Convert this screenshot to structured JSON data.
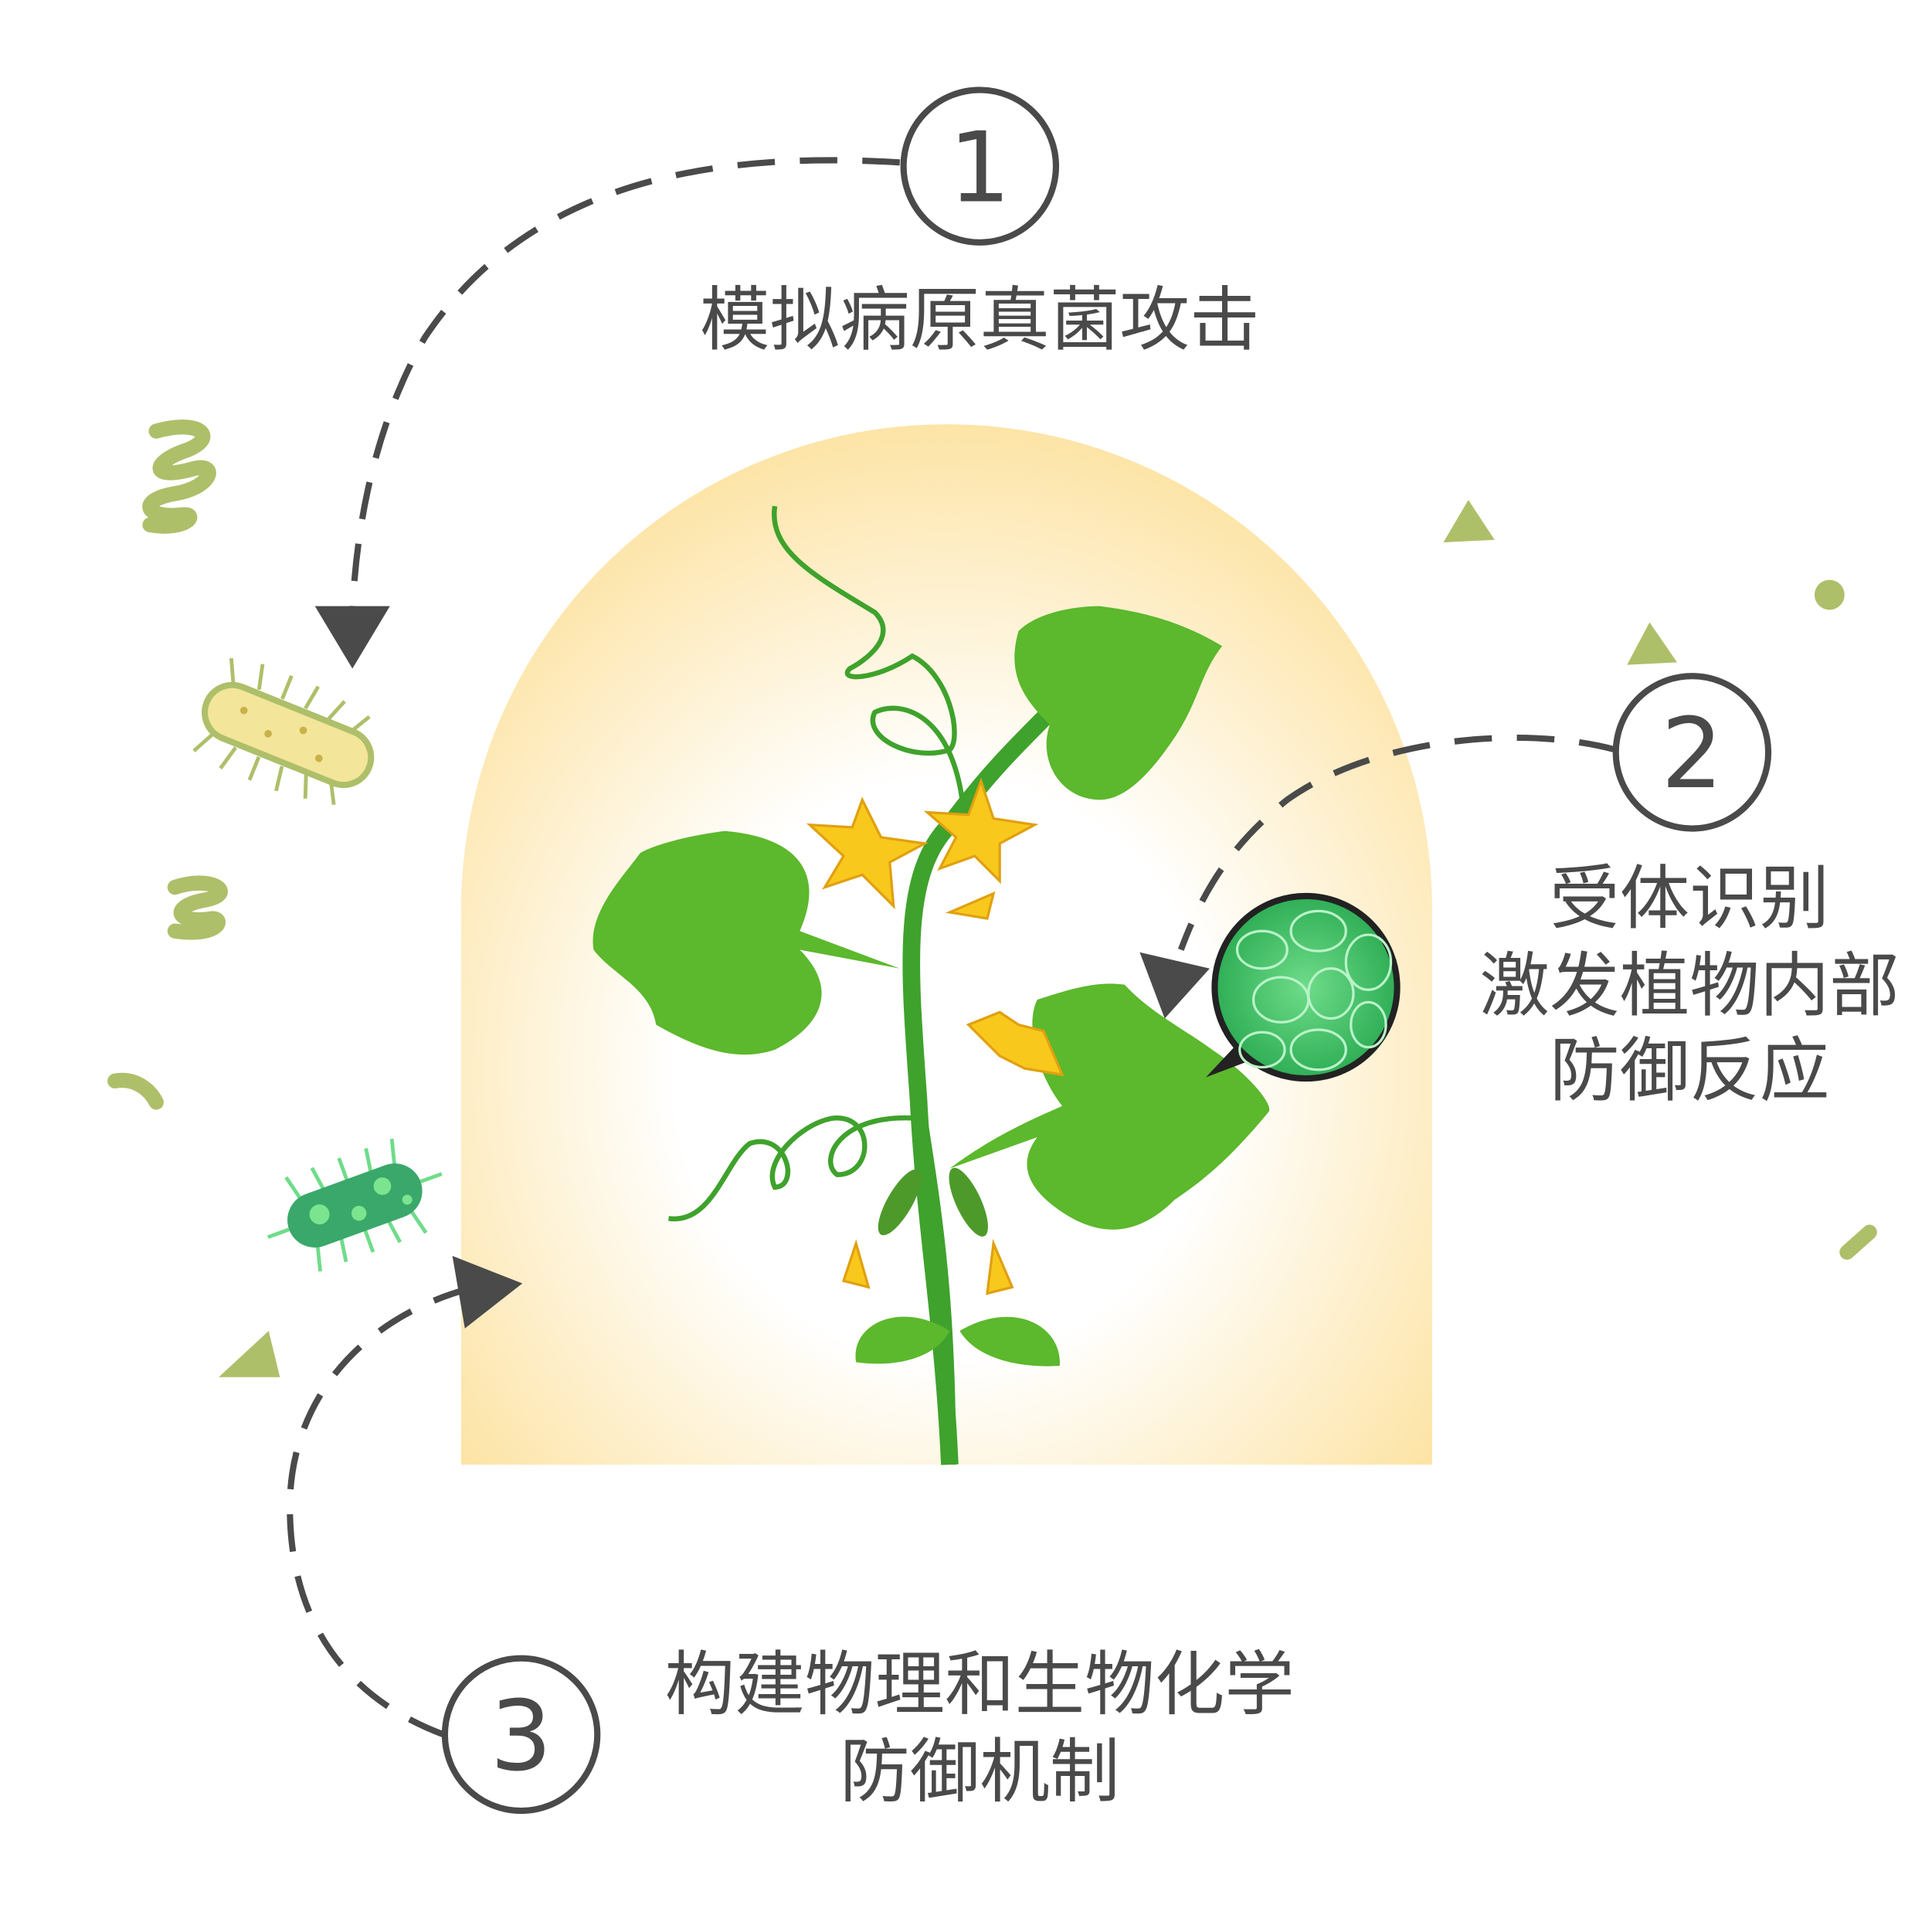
{
  "steps": [
    {
      "number": "1",
      "label_lines": [
        "模拟病原真菌攻击"
      ]
    },
    {
      "number": "2",
      "label_lines": [
        "受体识别",
        "激发植物内部",
        "防御反应"
      ]
    },
    {
      "number": "3",
      "label_lines": [
        "构建物理和生物化学",
        "防御机制"
      ]
    }
  ],
  "colors": {
    "text": "#4a4a4a",
    "arch": "#fde4a6",
    "leaf": "#5cb82c",
    "stem": "#3fa22c",
    "flower": "#f8c81c",
    "decor": "#aebf6a"
  }
}
